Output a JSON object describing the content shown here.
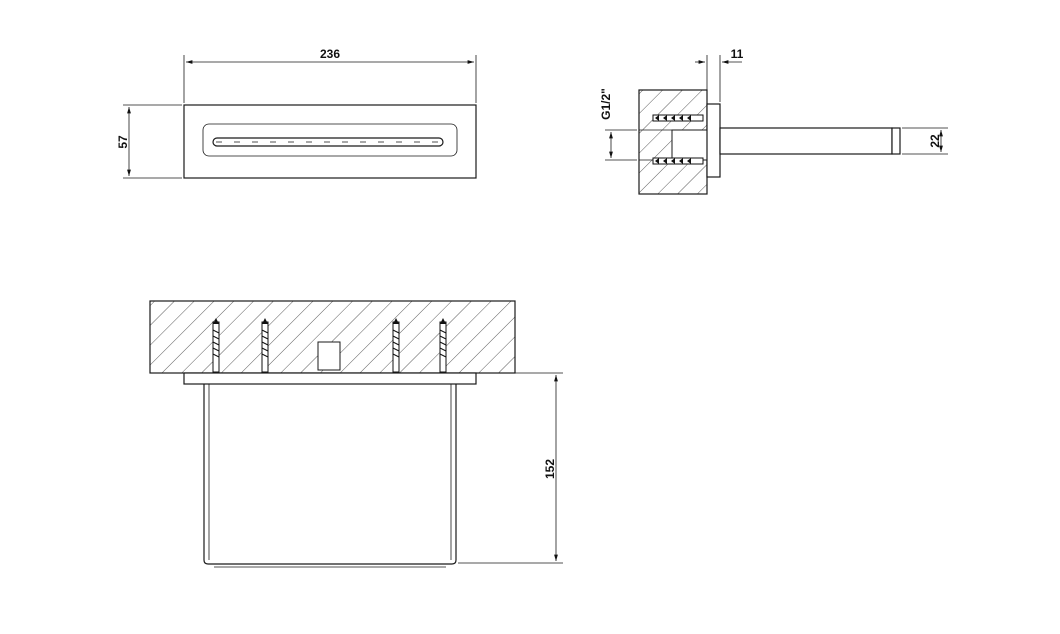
{
  "dimensions": {
    "width_top": "236",
    "height_front": "57",
    "flange_thickness": "11",
    "thread_size": "G1/2\"",
    "spout_height": "22",
    "projection": "152"
  }
}
